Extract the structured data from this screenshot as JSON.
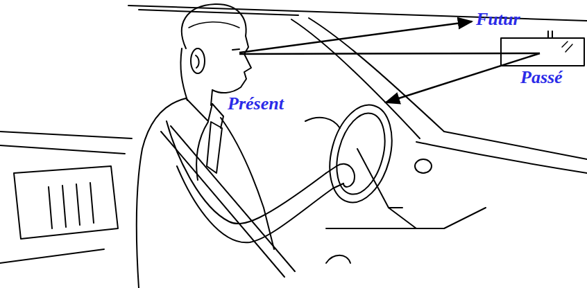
{
  "diagram": {
    "labels": [
      "Futur",
      "Passé",
      "Présent"
    ]
  }
}
